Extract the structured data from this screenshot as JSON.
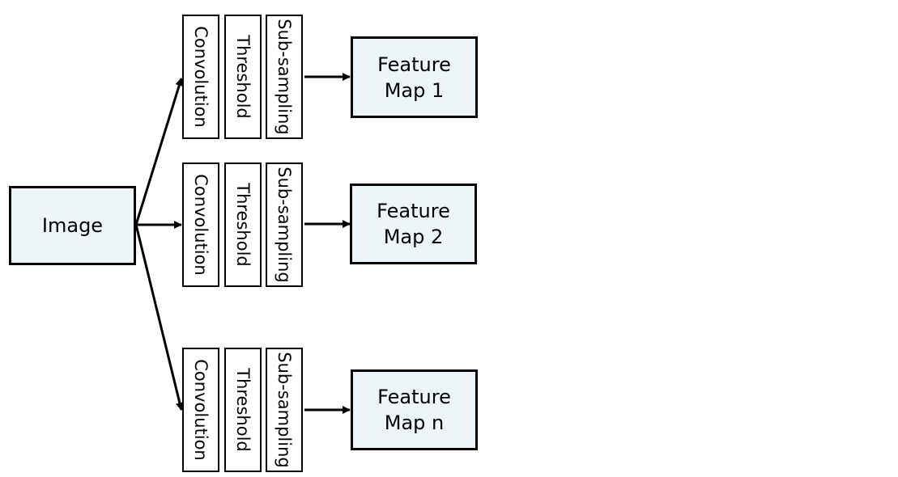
{
  "input_node": {
    "label": "Image"
  },
  "pipeline_steps": [
    "Convolution",
    "Threshold",
    "Sub-sampling"
  ],
  "branches": [
    {
      "output_label": "Feature\nMap 1"
    },
    {
      "output_label": "Feature\nMap 2"
    },
    {
      "output_label": "Feature\nMap n"
    }
  ],
  "colors": {
    "box_fill": "#eef5f8",
    "stroke": "#000000",
    "step_fill": "#ffffff"
  }
}
